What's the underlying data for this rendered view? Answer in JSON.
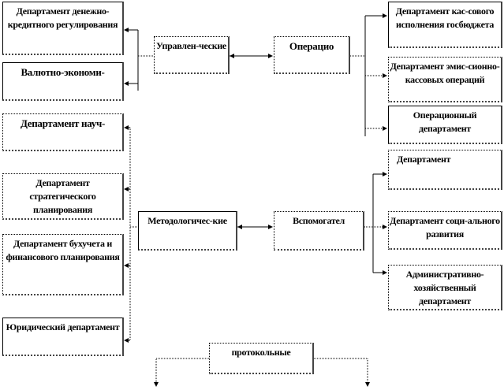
{
  "top": {
    "left": [
      "Департамент денежно-кредитного регулирования",
      "Валютно-экономи-",
      "Департамент науч-"
    ],
    "manage": "Управлен-ческие",
    "oper": "Операцио",
    "right": [
      "Департамент кас-сового исполнения госбюджета",
      "Департамент эмис-сионно-кассовых операций",
      "Операционный департамент"
    ]
  },
  "bottom": {
    "left": [
      "Департамент стратегического планирования",
      "Департамент бухучета и финансового планирования",
      "Юридический департамент"
    ],
    "method": "Методологичес-кие",
    "aux": "Вспомогател",
    "right": [
      "Департамент",
      "Департамент соци-ального развития",
      "Административно-хозяйственный департамент"
    ]
  },
  "protocol": "протокольные"
}
